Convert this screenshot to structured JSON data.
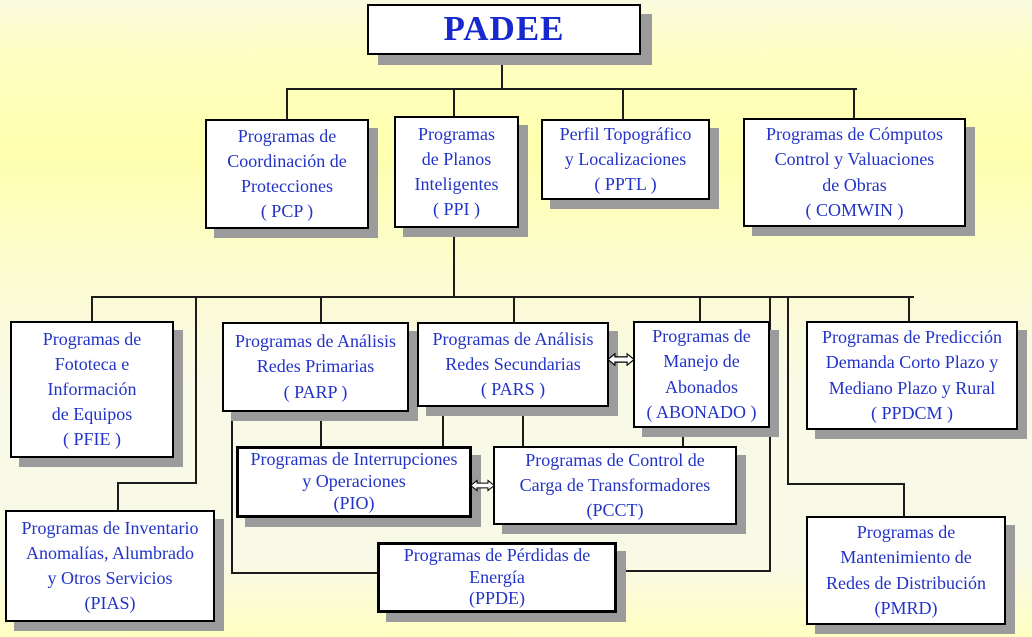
{
  "diagram_title": "PADEE",
  "colors": {
    "background_yellow": "#FFFFB0",
    "background_cream": "#F9F9E8",
    "box_fill": "#FFFFFF",
    "box_border": "#000000",
    "box_shadow": "#9B9B9B",
    "text_blue": "#2233C8",
    "title_blue": "#1628CE",
    "connector": "#1C1C1C"
  },
  "nodes": {
    "padee": {
      "abbr": "PADEE",
      "lines": [
        "PADEE"
      ]
    },
    "pcp": {
      "abbr": "PCP",
      "lines": [
        "Programas de",
        "Coordinación de",
        "Protecciones",
        "( PCP )"
      ]
    },
    "ppi": {
      "abbr": "PPI",
      "lines": [
        "Programas",
        "de Planos",
        "Inteligentes",
        "( PPI )"
      ]
    },
    "pptl": {
      "abbr": "PPTL",
      "lines": [
        "Perfil Topográfico",
        "y Localizaciones",
        "( PPTL )"
      ]
    },
    "comwin": {
      "abbr": "COMWIN",
      "lines": [
        "Programas de Cómputos",
        "Control y Valuaciones",
        "de Obras",
        "( COMWIN )"
      ]
    },
    "pfie": {
      "abbr": "PFIE",
      "lines": [
        "Programas de",
        "Fototeca e",
        "Información",
        "de Equipos",
        "( PFIE )"
      ]
    },
    "parp": {
      "abbr": "PARP",
      "lines": [
        "Programas de Análisis",
        "Redes Primarias",
        "( PARP )"
      ]
    },
    "pars": {
      "abbr": "PARS",
      "lines": [
        "Programas de Análisis",
        "Redes Secundarias",
        "( PARS )"
      ]
    },
    "abonado": {
      "abbr": "ABONADO",
      "lines": [
        "Programas de",
        "Manejo de",
        "Abonados",
        "( ABONADO )"
      ]
    },
    "ppdcm": {
      "abbr": "PPDCM",
      "lines": [
        "Programas de Predicción",
        "Demanda Corto Plazo y",
        "Mediano Plazo y Rural",
        "( PPDCM )"
      ]
    },
    "pio": {
      "abbr": "PIO",
      "lines": [
        "Programas de Interrupciones",
        "y Operaciones",
        "(PIO)"
      ]
    },
    "pcct": {
      "abbr": "PCCT",
      "lines": [
        "Programas de Control de",
        "Carga de Transformadores",
        "(PCCT)"
      ]
    },
    "pias": {
      "abbr": "PIAS",
      "lines": [
        "Programas de Inventario",
        "Anomalías, Alumbrado",
        "y Otros Servicios",
        "(PIAS)"
      ]
    },
    "ppde": {
      "abbr": "PPDE",
      "lines": [
        "Programas de Pérdidas de",
        "Energía",
        "(PPDE)"
      ]
    },
    "pmrd": {
      "abbr": "PMRD",
      "lines": [
        "Programas de",
        "Mantenimiento de",
        "Redes de Distribución",
        "(PMRD)"
      ]
    }
  },
  "edges": [
    "PADEE-PCP",
    "PADEE-PPI",
    "PADEE-PPTL",
    "PADEE-COMWIN",
    "PPI-PFIE",
    "PPI-PARP",
    "PPI-PARS",
    "PPI-ABONADO",
    "PPI-PPDCM",
    "PPI-PIAS",
    "PPI-PPDE",
    "PPI-PMRD",
    "PARP-PIO",
    "PARP-PPDE",
    "PARS-PIO",
    "PARS-PCCT",
    "ABONADO-PCCT"
  ],
  "bidirectional_links": [
    [
      "PARS",
      "ABONADO"
    ],
    [
      "PIO",
      "PCCT"
    ]
  ]
}
